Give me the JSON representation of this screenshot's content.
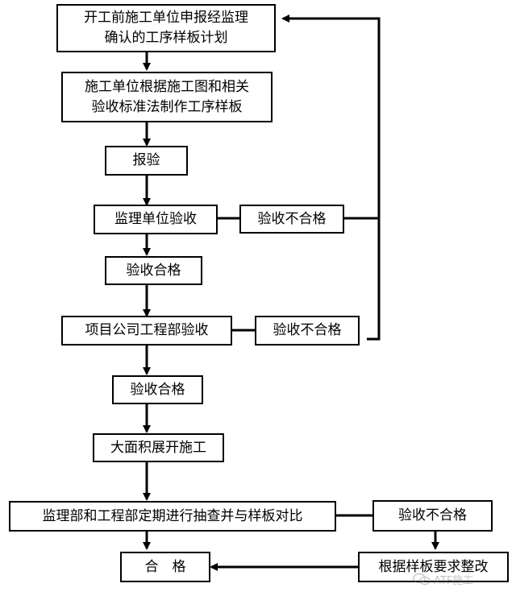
{
  "nodes": {
    "step1": "开工前施工单位申报经监理\n确认的工序样板计划",
    "step2": "施工单位根据施工图和相关\n验收标准法制作工序样板",
    "step3": "报验",
    "step4": "监理单位验收",
    "step4_reject": "验收不合格",
    "step5": "验收合格",
    "step6": "项目公司工程部验收",
    "step6_reject": "验收不合格",
    "step7": "验收合格",
    "step8": "大面积展开施工",
    "step9": "监理部和工程部定期进行抽查并与样板对比",
    "step9_reject": "验收不合格",
    "step10": "合　格",
    "step10_fix": "根据样板要求整改"
  },
  "watermark": {
    "text": "ATF施工",
    "icon": "wechat-logo-icon"
  }
}
